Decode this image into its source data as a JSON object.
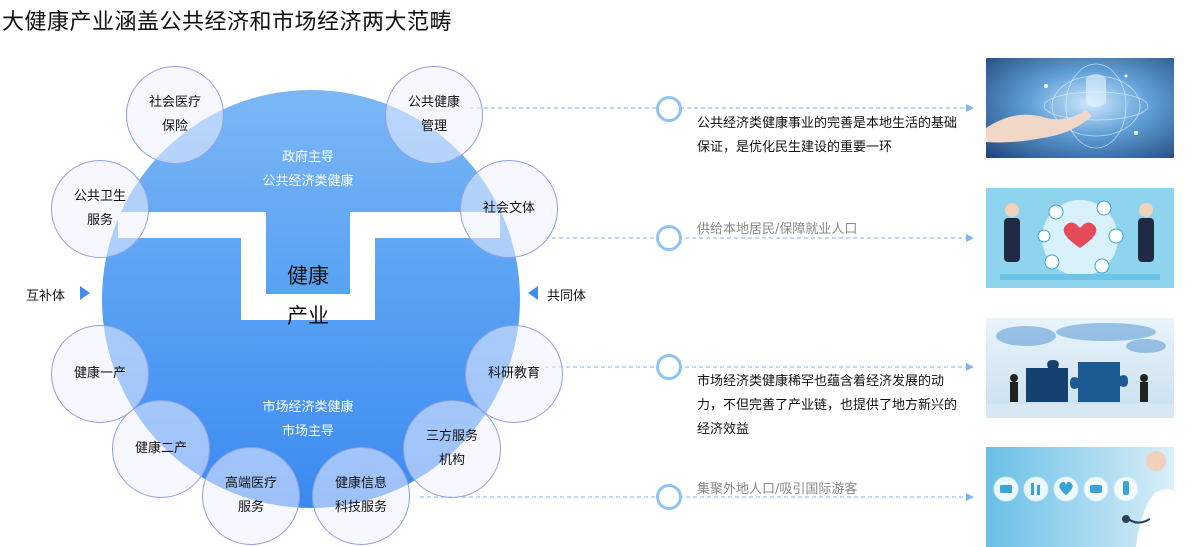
{
  "title": "大健康产业涵盖公共经济和市场经济两大范畴",
  "circle": {
    "top_line1": "政府主导",
    "top_line2": "公共经济类健康",
    "core_line1": "健康",
    "core_line2": "产业",
    "bottom_line1": "市场经济类健康",
    "bottom_line2": "市场主导"
  },
  "bubbles": [
    {
      "label": "社会医疗\n保险"
    },
    {
      "label": "公共健康\n管理"
    },
    {
      "label": "公共卫生\n服务"
    },
    {
      "label": "社会文体"
    },
    {
      "label": "健康一产"
    },
    {
      "label": "科研教育"
    },
    {
      "label": "健康二产"
    },
    {
      "label": "三方服务\n机构"
    },
    {
      "label": "高端医疗\n服务"
    },
    {
      "label": "健康信息\n科技服务"
    }
  ],
  "side": {
    "left_label": "互补体",
    "right_label": "共同体"
  },
  "descriptions": {
    "d1": "公共经济类健康事业的完善是本地生活的基础保证，是优化民生建设的重要一环",
    "d2": "供给本地居民/保障就业人口",
    "d3": "市场经济类健康稀罕也蕴含着经济发展的动力，不但完善了产业链，也提供了地方新兴的经济效益",
    "d4": "集聚外地人口/吸引国际游客"
  },
  "colors": {
    "circle_top": "#7cb7f5",
    "circle_bottom": "#3b8af0",
    "arrow": "#3d8ef0",
    "ring": "#8ec4f5",
    "bubble_border": "#8fa0e6",
    "dashed_line": "#7fb6ee"
  }
}
